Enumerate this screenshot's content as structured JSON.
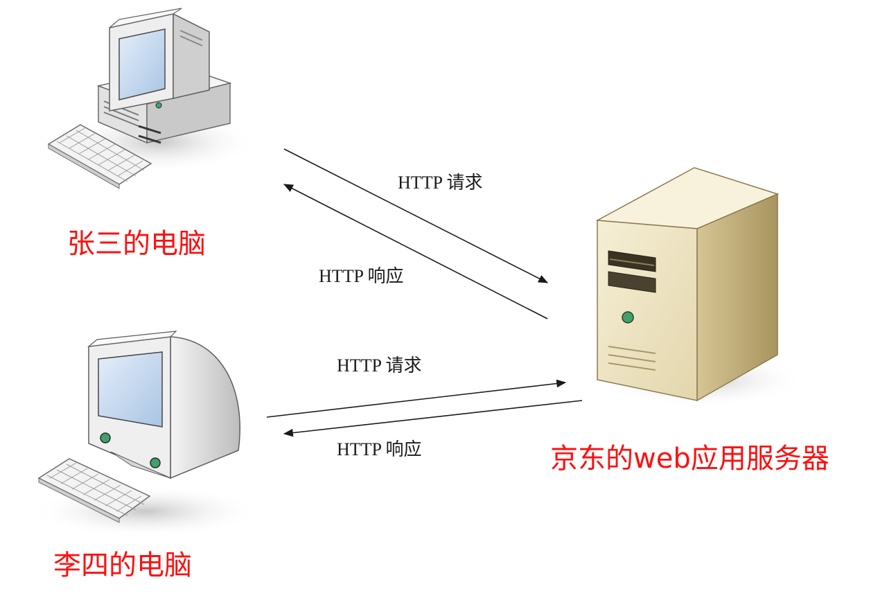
{
  "colors": {
    "label": "#ff0f0f",
    "text": "#1a1a1a",
    "arrow": "#1a1a1a",
    "server_body": "#efe6c7",
    "server_side": "#b9a674",
    "server_top": "#f7f1dc",
    "pc_body": "#ececec",
    "screen": "#c9ddf2",
    "led": "#3fa26a"
  },
  "nodes": {
    "zhangsan": {
      "label": "张三的电脑",
      "icon": "desktop-computer-icon"
    },
    "lisi": {
      "label": "李四的电脑",
      "icon": "crt-computer-icon"
    },
    "server": {
      "label": "京东的web应用服务器",
      "icon": "tower-server-icon"
    }
  },
  "messages": {
    "zs_request": "HTTP 请求",
    "zs_response": "HTTP 响应",
    "ls_request": "HTTP 请求",
    "ls_response": "HTTP 响应"
  }
}
